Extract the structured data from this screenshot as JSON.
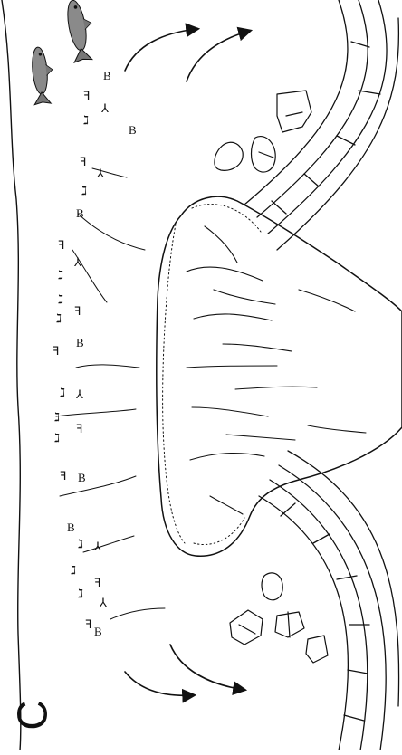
{
  "figure": {
    "panel_label": "C",
    "ink_color": "#111111",
    "background_color": "#ffffff",
    "fish_body_color": "#8a8a8a",
    "fish_count": 2,
    "orientation": "rotated 90 degrees (landscape scene drawn on portrait page)"
  }
}
